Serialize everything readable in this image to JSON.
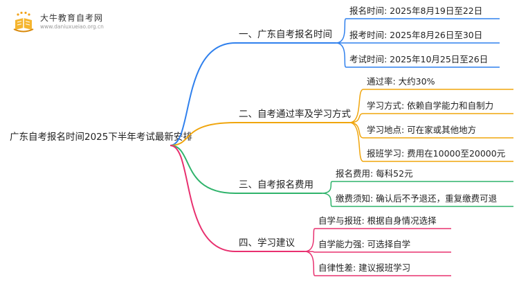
{
  "logo": {
    "name": "大牛教育自考网",
    "url": "www.daniuxueiao.org.cn"
  },
  "root": {
    "label": "广东自考报名时间2025下半年考试最新安排"
  },
  "branches": [
    {
      "label": "一、广东自考报名时间",
      "color": "#2f80ed",
      "leaves": [
        "报名时间: 2025年8月19日至22日",
        "报考时间: 2025年8月26日至30日",
        "考试时间: 2025年10月25日至26日"
      ]
    },
    {
      "label": "二、自考通过率及学习方式",
      "color": "#f0a50c",
      "leaves": [
        "通过率: 大约30%",
        "学习方式: 依赖自学能力和自制力",
        "学习地点: 可在家或其他地方",
        "报班学习: 费用在10000至20000元"
      ]
    },
    {
      "label": "三、自考报名费用",
      "color": "#2fb36b",
      "leaves": [
        "报名费用: 每科52元",
        "缴费须知: 确认后不予退还，重复缴费可退"
      ]
    },
    {
      "label": "四、学习建议",
      "color": "#e8306f",
      "leaves": [
        "自学与报班: 根据自身情况选择",
        "自学能力强: 可选择自学",
        "自律性差: 建议报班学习"
      ]
    }
  ]
}
